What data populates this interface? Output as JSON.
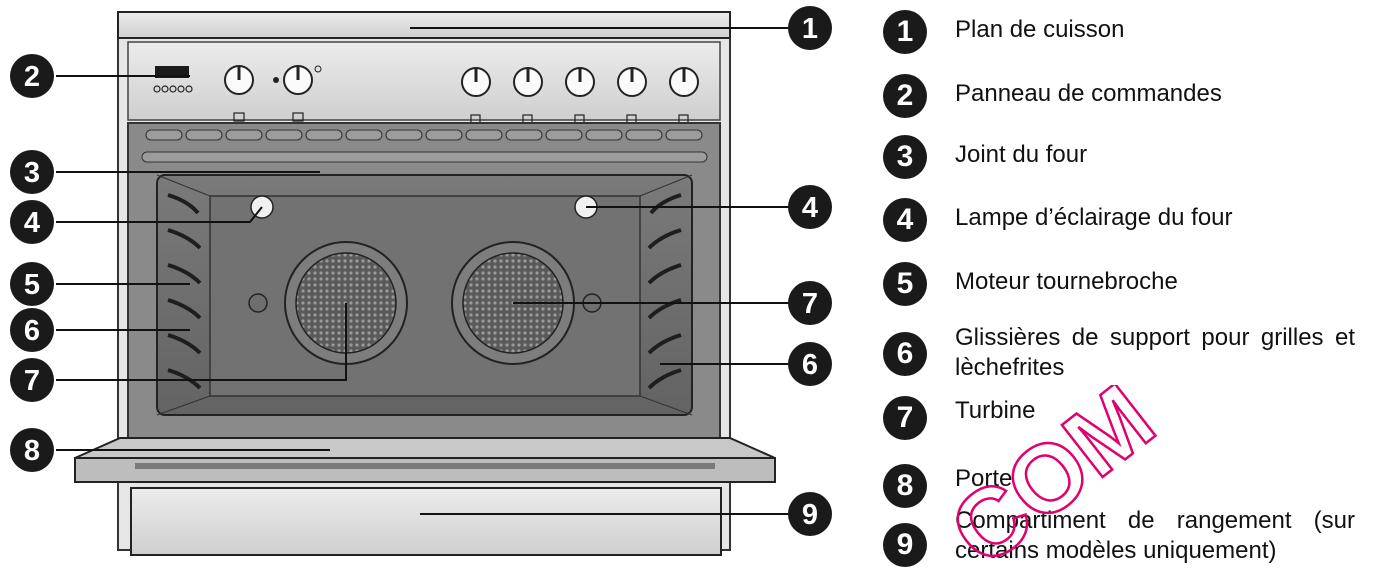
{
  "callouts": [
    {
      "number": "1",
      "label": "Plan de cuisson"
    },
    {
      "number": "2",
      "label": "Panneau de commandes"
    },
    {
      "number": "3",
      "label": "Joint du four"
    },
    {
      "number": "4",
      "label": "Lampe d’éclairage du four"
    },
    {
      "number": "5",
      "label": "Moteur tournebroche"
    },
    {
      "number": "6",
      "label": "Glissières de support pour grilles et lèchefrites"
    },
    {
      "number": "7",
      "label": "Turbine"
    },
    {
      "number": "8",
      "label": "Porte"
    },
    {
      "number": "9",
      "label": "Compartiment de rangement (sur certains modèles uniquement)"
    }
  ],
  "watermark_text": "COM",
  "colors": {
    "badge": "#1a1a1a",
    "steel": "#d9d9d9",
    "cavity": "#6e6e6e",
    "watermark": "#e0006e"
  }
}
